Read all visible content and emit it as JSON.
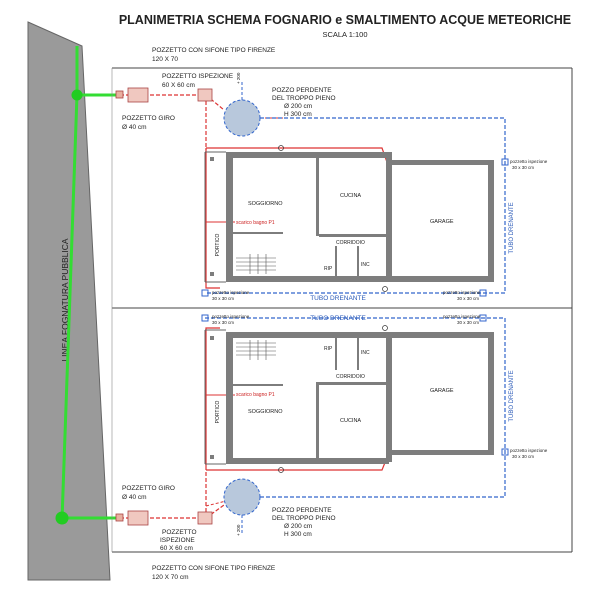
{
  "title": "PLANIMETRIA SCHEMA FOGNARIO e SMALTIMENTO ACQUE METEORICHE",
  "scale": "SCALA 1:100",
  "public_sewer_label": "LINEA FOGNATURA PUBBLICA",
  "top": {
    "sifone": "POZZETTO CON SIFONE TIPO FIRENZE",
    "sifone_size": "120 X 70",
    "ispezione": "POZZETTO ISPEZIONE",
    "ispezione_size": "60 X 60 cm",
    "giro": "POZZETTO GIRO",
    "giro_size": "Ø 40 cm",
    "perdente1": "POZZO PERDENTE",
    "perdente2": "DEL TROPPO PIENO",
    "perdente3": "Ø 200 cm",
    "perdente4": "H 300 cm",
    "level": "+ 200",
    "rooms": {
      "soggiorno": "SOGGIORNO",
      "cucina": "CUCINA",
      "garage": "GARAGE",
      "corridoio": "CORRIDOIO",
      "portico": "PORTICO",
      "rip": "RIP",
      "wc": "INC",
      "scarico": "scarico bagno P1"
    },
    "tubo_bottom": "TUBO DRENANTE",
    "tubo_right": "TUBO DRENANTE",
    "pz_right1": "pozzetto ispezione",
    "pz_right2": "30 x 30 cm",
    "pz_bl1": "pozzetto ispezione",
    "pz_bl2": "30 x 30 cm",
    "pz_br1": "pozzetto ispezione",
    "pz_br2": "30 x 30 cm"
  },
  "bottom": {
    "sifone": "POZZETTO CON SIFONE TIPO FIRENZE",
    "sifone_size": "120 X 70 cm",
    "ispezione": "POZZETTO",
    "ispezione2": "ISPEZIONE",
    "ispezione_size": "60 X 60 cm",
    "giro": "POZZETTO GIRO",
    "giro_size": "Ø 40 cm",
    "perdente1": "POZZO PERDENTE",
    "perdente2": "DEL TROPPO PIENO",
    "perdente3": "Ø 200 cm",
    "perdente4": "H 300 cm",
    "level": "+ 200",
    "rooms": {
      "soggiorno": "SOGGIORNO",
      "cucina": "CUCINA",
      "garage": "GARAGE",
      "corridoio": "CORRIDOIO",
      "portico": "PORTICO",
      "rip": "RIP",
      "wc": "INC",
      "scarico": "scarico bagno P1"
    },
    "tubo_top": "TUBO DRENANTE",
    "tubo_right": "TUBO DRENANTE",
    "pz_tl1": "pozzetto ispezione",
    "pz_tl2": "30 x 30 cm",
    "pz_tr1": "pozzetto ispezione",
    "pz_tr2": "30 x 30 cm",
    "pz_right1": "pozzetto ispezione",
    "pz_right2": "30 x 30 cm"
  },
  "colors": {
    "wall": "#7d7d7d",
    "sewer_strip": "#9a9a9a",
    "green_line": "#33dd33",
    "red_line": "#dd3333",
    "blue_line": "#3366cc",
    "tank_fill": "#b8c8dc"
  }
}
